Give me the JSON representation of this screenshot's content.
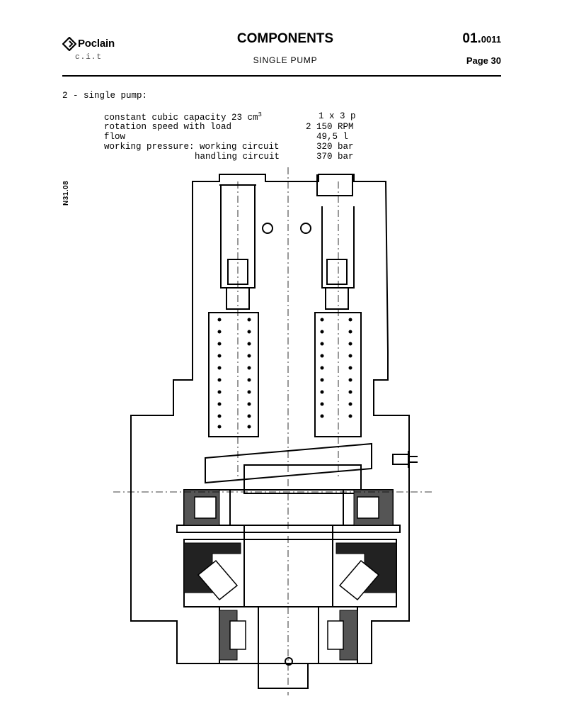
{
  "header": {
    "logo_name": "Poclain",
    "logo_sub": "c.i.t",
    "title": "COMPONENTS",
    "subtitle": "SINGLE PUMP",
    "code_main": "01.",
    "code_small": "0011",
    "page": "Page 30"
  },
  "section": {
    "heading": "2 - single pump:"
  },
  "specs": {
    "capacity_label": "constant cubic capacity  23 cm",
    "capacity_sup": "3",
    "capacity_value": "1 x 3 p",
    "speed_label": "rotation speed with load",
    "speed_value": "2 150 RPM",
    "flow_label": "flow",
    "flow_value": "49,5 l",
    "pressure_label": "working pressure: working circuit",
    "pressure_value": "320 bar",
    "handling_label": "handling circuit",
    "handling_value": "370 bar"
  },
  "side_code": "N31.08",
  "colors": {
    "ink": "#000000",
    "paper": "#ffffff",
    "shade": "#555555"
  }
}
